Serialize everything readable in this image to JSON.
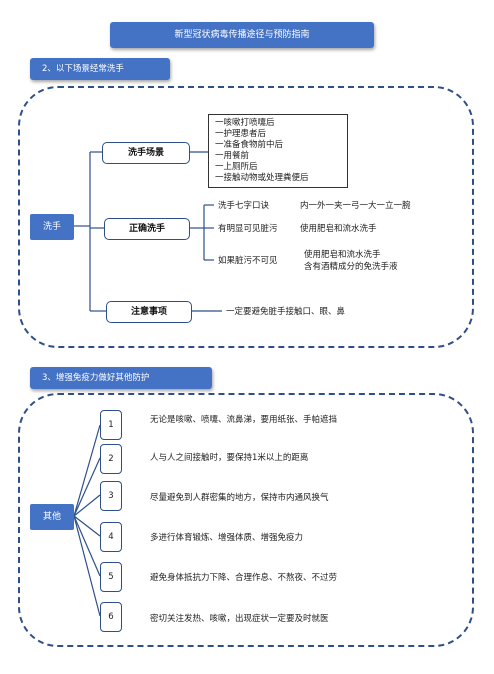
{
  "title": "新型冠状病毒传播途径与预防指南",
  "section1": {
    "label": "2、以下场景经常洗手",
    "root": "洗手",
    "branches": [
      {
        "label": "洗手场景",
        "items": [
          "一咳嗽打喷嚏后",
          "一护理患者后",
          "一准备食物前中后",
          "一用餐前",
          "一上厕所后",
          "一接触动物或处理粪便后"
        ]
      },
      {
        "label": "正确洗手",
        "rows": [
          {
            "condition": "洗手七字口诀",
            "detail": "内一外一夹一弓一大一立一腕"
          },
          {
            "condition": "有明显可见脏污",
            "detail": "使用肥皂和流水洗手"
          },
          {
            "condition": "如果脏污不可见",
            "detail": "使用肥皂和流水洗手",
            "detail2": "含有酒精成分的免洗手液"
          }
        ]
      },
      {
        "label": "注意事项",
        "note": "一定要避免脏手接触口、眼、鼻"
      }
    ]
  },
  "section2": {
    "label": "3、增强免疫力做好其他防护",
    "root": "其他",
    "items": [
      {
        "num": "1",
        "text": "无论是咳嗽、喷嚏、流鼻涕，要用纸张、手帕遮挡"
      },
      {
        "num": "2",
        "text": "人与人之间接触时，要保持1米以上的距离"
      },
      {
        "num": "3",
        "text": "尽量避免到人群密集的地方，保持市内通风换气"
      },
      {
        "num": "4",
        "text": "多进行体育锻炼、增强体质、增强免疫力"
      },
      {
        "num": "5",
        "text": "避免身体抵抗力下降、合理作息、不熬夜、不过劳"
      },
      {
        "num": "6",
        "text": "密切关注发热、咳嗽，出现症状一定要及时就医"
      }
    ]
  }
}
